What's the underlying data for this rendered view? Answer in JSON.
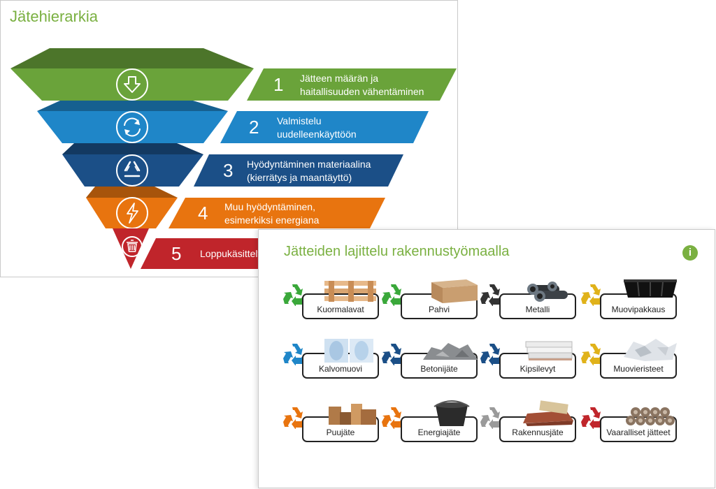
{
  "slide1": {
    "title": "Jätehierarkia",
    "levels": [
      {
        "number": "1",
        "line1": "Jätteen määrän ja",
        "line2": "haitallisuuden vähentäminen",
        "color": "#6aa33a",
        "icon": "arrow-down-icon"
      },
      {
        "number": "2",
        "line1": "Valmistelu",
        "line2": "uudelleenkäyttöön",
        "color": "#1f86c8",
        "icon": "reuse-cycle-icon"
      },
      {
        "number": "3",
        "line1": "Hyödyntäminen materiaalina",
        "line2": "(kierrätys ja maantäyttö)",
        "color": "#1b4f87",
        "icon": "recycle-icon"
      },
      {
        "number": "4",
        "line1": "Muu hyödyntäminen,",
        "line2": "esimerkiksi energiana",
        "color": "#e8740f",
        "icon": "lightning-icon"
      },
      {
        "number": "5",
        "line1": "Loppukäsittely",
        "line2": "",
        "color": "#c0252b",
        "icon": "trash-icon"
      }
    ]
  },
  "slide2": {
    "title": "Jätteiden lajittelu rakennustyömaalla",
    "info_icon": "i",
    "items": [
      {
        "label": "Kuormalavat",
        "recycle_color": "#3aa83a",
        "icon": "pallet-icon"
      },
      {
        "label": "Pahvi",
        "recycle_color": "#3aa83a",
        "icon": "cardboard-box-icon"
      },
      {
        "label": "Metalli",
        "recycle_color": "#333333",
        "icon": "metal-pipes-icon"
      },
      {
        "label": "Muovipakkaus",
        "recycle_color": "#e0b21a",
        "icon": "plastic-tray-icon"
      },
      {
        "label": "Kalvomuovi",
        "recycle_color": "#1f86c8",
        "icon": "plastic-film-roll-icon"
      },
      {
        "label": "Betonijäte",
        "recycle_color": "#1b4f87",
        "icon": "concrete-rubble-icon"
      },
      {
        "label": "Kipsilevyt",
        "recycle_color": "#1b4f87",
        "icon": "gypsum-board-icon"
      },
      {
        "label": "Muovieristeet",
        "recycle_color": "#e0b21a",
        "icon": "foam-insulation-icon"
      },
      {
        "label": "Puujäte",
        "recycle_color": "#e8740f",
        "icon": "wood-waste-icon"
      },
      {
        "label": "Energiajäte",
        "recycle_color": "#e8740f",
        "icon": "bucket-icon"
      },
      {
        "label": "Rakennusjäte",
        "recycle_color": "#9a9a9a",
        "icon": "building-waste-icon"
      },
      {
        "label": "Vaaralliset jätteet",
        "recycle_color": "#c0252b",
        "icon": "hazardous-barrels-icon"
      }
    ]
  }
}
